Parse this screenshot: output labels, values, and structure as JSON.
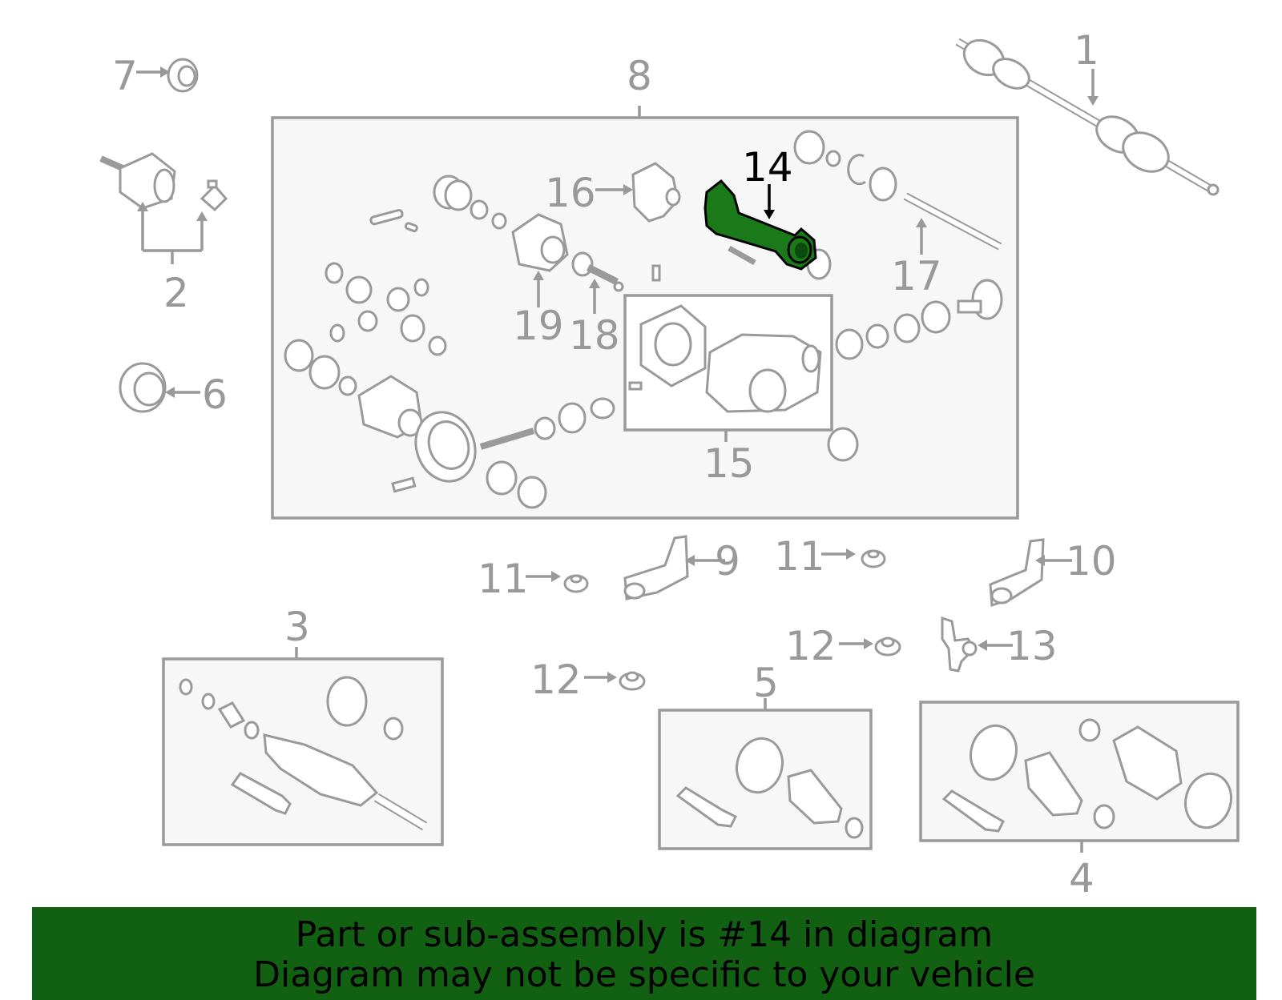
{
  "diagram": {
    "highlight_color": "#126112",
    "callout_color": "#999999",
    "active_callout_color": "#000000",
    "callouts": {
      "c1": "1",
      "c2": "2",
      "c3": "3",
      "c4": "4",
      "c5": "5",
      "c6": "6",
      "c7": "7",
      "c8": "8",
      "c9": "9",
      "c10": "10",
      "c11a": "11",
      "c11b": "11",
      "c12a": "12",
      "c12b": "12",
      "c13": "13",
      "c14": "14",
      "c15": "15",
      "c16": "16",
      "c17": "17",
      "c18": "18",
      "c19": "19"
    },
    "highlighted_part": "14"
  },
  "banner": {
    "line1": "Part or sub-assembly is #14 in diagram",
    "line2": "Diagram may not be specific to your vehicle",
    "background": "#126112"
  }
}
